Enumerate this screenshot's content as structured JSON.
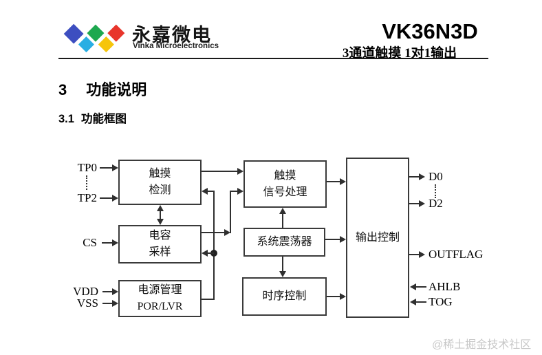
{
  "header": {
    "brand_cn": "永嘉微电",
    "brand_en": "Vinka Microelectronics",
    "part_number": "VK36N3D",
    "subtitle": "3通道触摸  1对1输出",
    "logo_colors": {
      "blue": "#3D4EC0",
      "cyan": "#29AEE3",
      "green": "#1EA84F",
      "yellow": "#F6C50B",
      "red": "#E8352B"
    }
  },
  "headings": {
    "section_number": "3",
    "section_title": "功能说明",
    "subsection_number": "3.1",
    "subsection_title": "功能框图"
  },
  "diagram": {
    "blocks": {
      "touch_detect": {
        "line1": "触摸",
        "line2": "检测"
      },
      "cap_sample": {
        "line1": "电容",
        "line2": "采样"
      },
      "power": {
        "line1": "电源管理",
        "line2": "POR/LVR"
      },
      "signal": {
        "line1": "触摸",
        "line2": "信号处理"
      },
      "osc": {
        "label": "系统震荡器"
      },
      "timing": {
        "label": "时序控制"
      },
      "output": {
        "label": "输出控制"
      }
    },
    "pins": {
      "tp0": "TP0",
      "tp2": "TP2",
      "cs": "CS",
      "vdd": "VDD",
      "vss": "VSS",
      "d0": "D0",
      "d2": "D2",
      "outflag": "OUTFLAG",
      "ahlb": "AHLB",
      "tog": "TOG"
    }
  },
  "watermark": "@稀土掘金技术社区"
}
